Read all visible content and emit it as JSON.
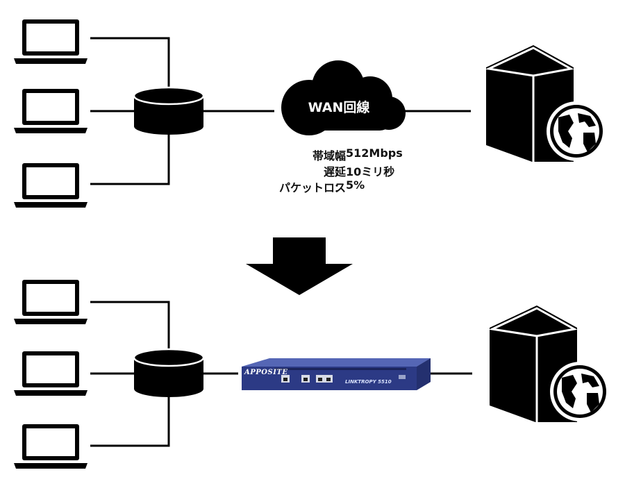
{
  "cloud": {
    "label": "WAN回線"
  },
  "specs": [
    {
      "key": "帯域幅",
      "sep": "：",
      "value": "512Mbps"
    },
    {
      "key": "遅延",
      "sep": "：",
      "value": "10ミリ秒"
    },
    {
      "key": "パケットロス",
      "sep": "：",
      "value": "5%"
    }
  ],
  "device": {
    "brand": "APPOSITE",
    "model": "LINKTROPY 5510"
  },
  "colors": {
    "line": "#000000",
    "device_body": "#3a4a9c",
    "device_front": "#2c3a85",
    "icon_fill": "#000000"
  }
}
